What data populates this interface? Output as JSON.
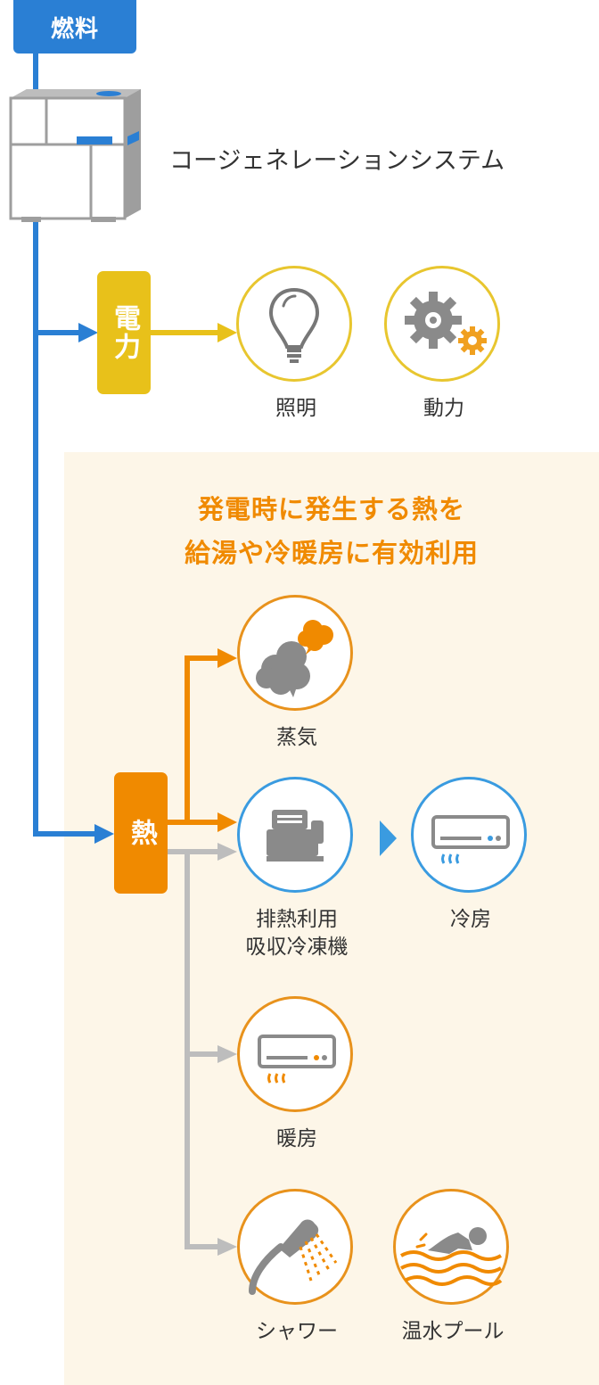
{
  "fuel_label": "燃料",
  "system_label": "コージェネレーションシステム",
  "electricity": {
    "label": "電力",
    "outputs": [
      {
        "label": "照明",
        "icon": "lightbulb-icon"
      },
      {
        "label": "動力",
        "icon": "gears-icon"
      }
    ]
  },
  "heat": {
    "label": "熱",
    "heading_line1": "発電時に発生する熱を",
    "heading_line2": "給湯や冷暖房に有効利用",
    "outputs": [
      {
        "label": "蒸気",
        "icon": "steam-icon"
      },
      {
        "label_line1": "排熱利用",
        "label_line2": "吸収冷凍機",
        "icon": "absorption-chiller-icon"
      },
      {
        "label": "冷房",
        "icon": "air-conditioner-icon"
      },
      {
        "label": "暖房",
        "icon": "air-conditioner-icon"
      },
      {
        "label": "シャワー",
        "icon": "shower-icon"
      },
      {
        "label": "温水プール",
        "icon": "swimming-pool-icon"
      }
    ]
  },
  "colors": {
    "fuel_blue": "#2a7fd4",
    "electric_yellow": "#e8c11a",
    "heat_orange": "#f08a00",
    "gray_line": "#bdbdbd",
    "cool_blue": "#3a9be0",
    "background_cream": "#fdf6e8"
  }
}
